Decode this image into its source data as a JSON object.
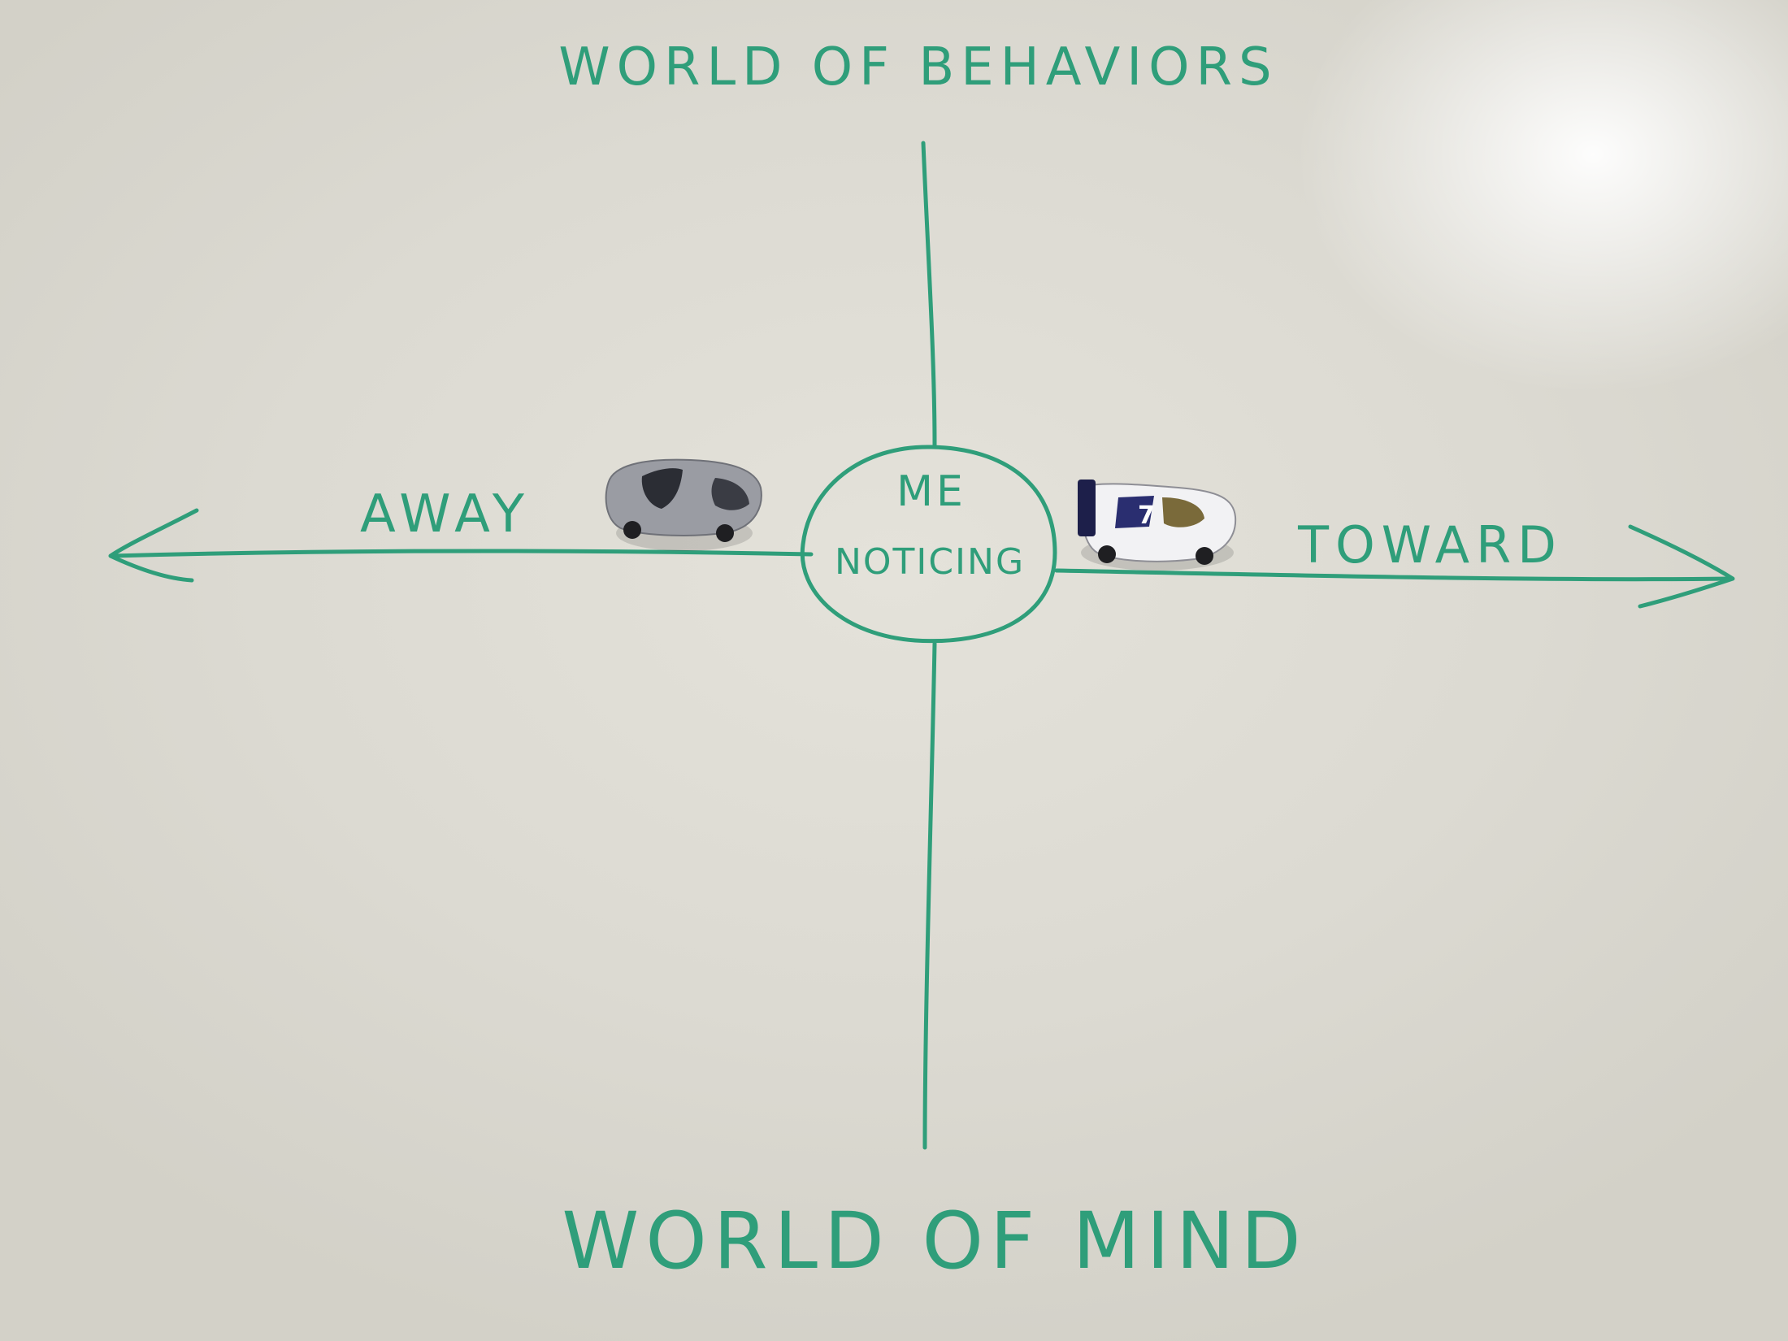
{
  "diagram": {
    "top_label": "WORLD OF BEHAVIORS",
    "bottom_label": "WORLD OF MIND",
    "left_label": "AWAY",
    "right_label": "TOWARD",
    "center_label_line1": "ME",
    "center_label_line2": "NOTICING",
    "marker_color": "#2f9e7a",
    "car_left_color": "#9a9ca3",
    "car_right_color": "#f2f2f4",
    "car_right_number": "7"
  }
}
